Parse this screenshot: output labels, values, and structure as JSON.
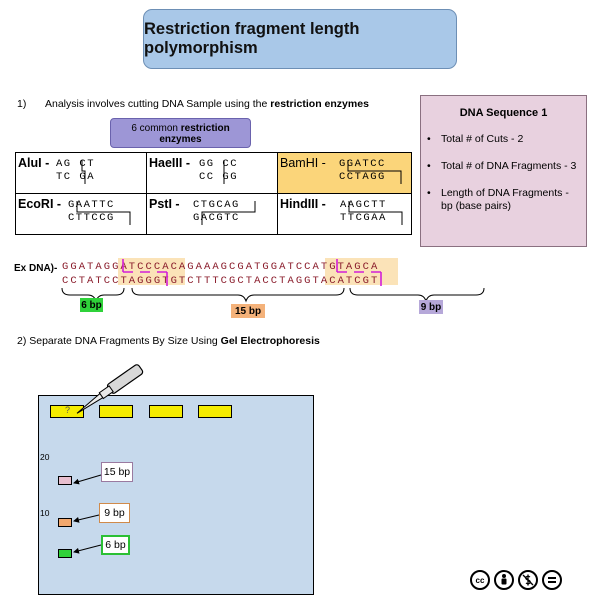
{
  "title": "Restriction fragment length polymorphism",
  "step1": {
    "number": "1)",
    "text_prefix": "Analysis involves cutting DNA Sample using the ",
    "text_bold": "restriction enzymes"
  },
  "enzyme_pill": {
    "line1_prefix": "6 common ",
    "line1_bold": "restriction",
    "line2": "enzymes"
  },
  "enzymes": [
    {
      "name": "AluI -",
      "top": "AG CT",
      "bottom": "TC GA"
    },
    {
      "name": "HaeIII -",
      "top": "GG CC",
      "bottom": "CC GG"
    },
    {
      "name": "BamHI -",
      "top": "GGATCC",
      "bottom": "CCTAGG"
    },
    {
      "name": "EcoRI -",
      "top": "GAATTC",
      "bottom": "CTTCCG"
    },
    {
      "name": "PstI -",
      "top": "CTGCAG",
      "bottom": "GACGTC"
    },
    {
      "name": "HindIII -",
      "top": "AAGCTT",
      "bottom": "TTCGAA"
    }
  ],
  "dna_panel": {
    "title": "DNA Sequence 1",
    "items": [
      "Total # of Cuts - 2",
      "Total # of DNA Fragments - 3",
      "Length of DNA Fragments - bp (base pairs)"
    ]
  },
  "example": {
    "label": "Ex DNA)-",
    "top_strand": "GGATAGGATCCCACAGAAAGCGATGGATCCATGTAGCA",
    "bottom_strand": "CCTATCCTAGGGTGTCTTTCGCTACCTAGGTACATCGT"
  },
  "fragments": [
    {
      "label": "6 bp",
      "color": "#2fd23a"
    },
    {
      "label": "15 bp",
      "color": "#f4b27a"
    },
    {
      "label": "9 bp",
      "color": "#b6a8d9"
    }
  ],
  "step2": {
    "text_prefix": "2) Separate DNA Fragments By Size Using ",
    "text_bold": "Gel Electrophoresis"
  },
  "gel": {
    "marker_20": "20",
    "marker_10": "10",
    "bands": [
      {
        "label": "15 bp",
        "color": "#e8bfcf",
        "border": "#9a7aa0"
      },
      {
        "label": "9 bp",
        "color": "#f2a86e",
        "border": "#d08a4a"
      },
      {
        "label": "6 bp",
        "color": "#2fd23a",
        "border": "#2bc034"
      }
    ]
  },
  "license_icons": [
    "cc-icon",
    "by-icon",
    "nc-icon",
    "nd-icon"
  ],
  "license_glyphs": {
    "cc": "cc"
  }
}
